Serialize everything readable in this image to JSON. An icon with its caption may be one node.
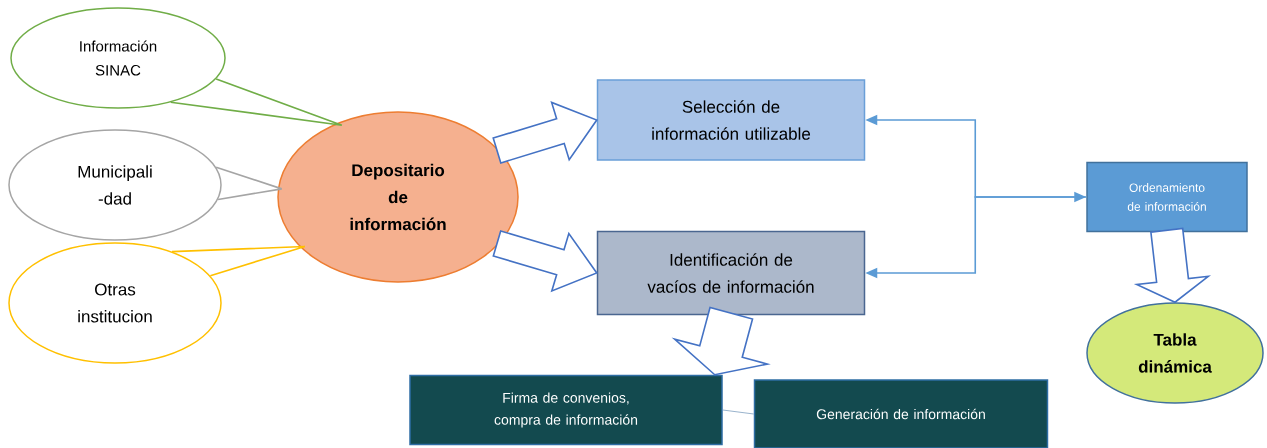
{
  "diagram": {
    "nodes": [
      {
        "text": [
          "Información SINAC"
        ]
      },
      {
        "text": [
          "Municipali -dad"
        ]
      },
      {
        "text": [
          "Otras institucion"
        ]
      },
      {
        "text": [
          "Depositario de información"
        ]
      },
      {
        "text": [
          "Selección de información utilizable"
        ]
      },
      {
        "text": [
          "Identificación de vacíos de información"
        ]
      },
      {
        "text": [
          "Ordenamiento de información"
        ]
      },
      {
        "text": [
          "Firma de convenios, compra de información"
        ]
      },
      {
        "text": [
          "Generación de información"
        ]
      },
      {
        "text": [
          "Tabla dinámica"
        ]
      }
    ],
    "edges": [
      {
        "from": 0,
        "to": 3,
        "arrow": "none",
        "color": "#70ad47"
      },
      {
        "from": 1,
        "to": 3,
        "arrow": "none",
        "color": "#a5a5a5"
      },
      {
        "from": 2,
        "to": 3,
        "arrow": "none",
        "color": "#ffc000"
      },
      {
        "from": 3,
        "to": 4,
        "arrow": "to",
        "style": "thick"
      },
      {
        "from": 3,
        "to": 5,
        "arrow": "to",
        "style": "thick"
      },
      {
        "from": 5,
        "to": 7,
        "arrow": "to",
        "style": "thick"
      },
      {
        "from": 6,
        "to": 9,
        "arrow": "to",
        "style": "thick"
      },
      {
        "from": 4,
        "to": 6,
        "arrow": "both",
        "color": "#5b9bd5"
      },
      {
        "from": 6,
        "to": 5,
        "arrow": "to",
        "color": "#5b9bd5"
      },
      {
        "from": 7,
        "to": 8,
        "arrow": "none",
        "color": "#7f9fbf"
      }
    ]
  }
}
